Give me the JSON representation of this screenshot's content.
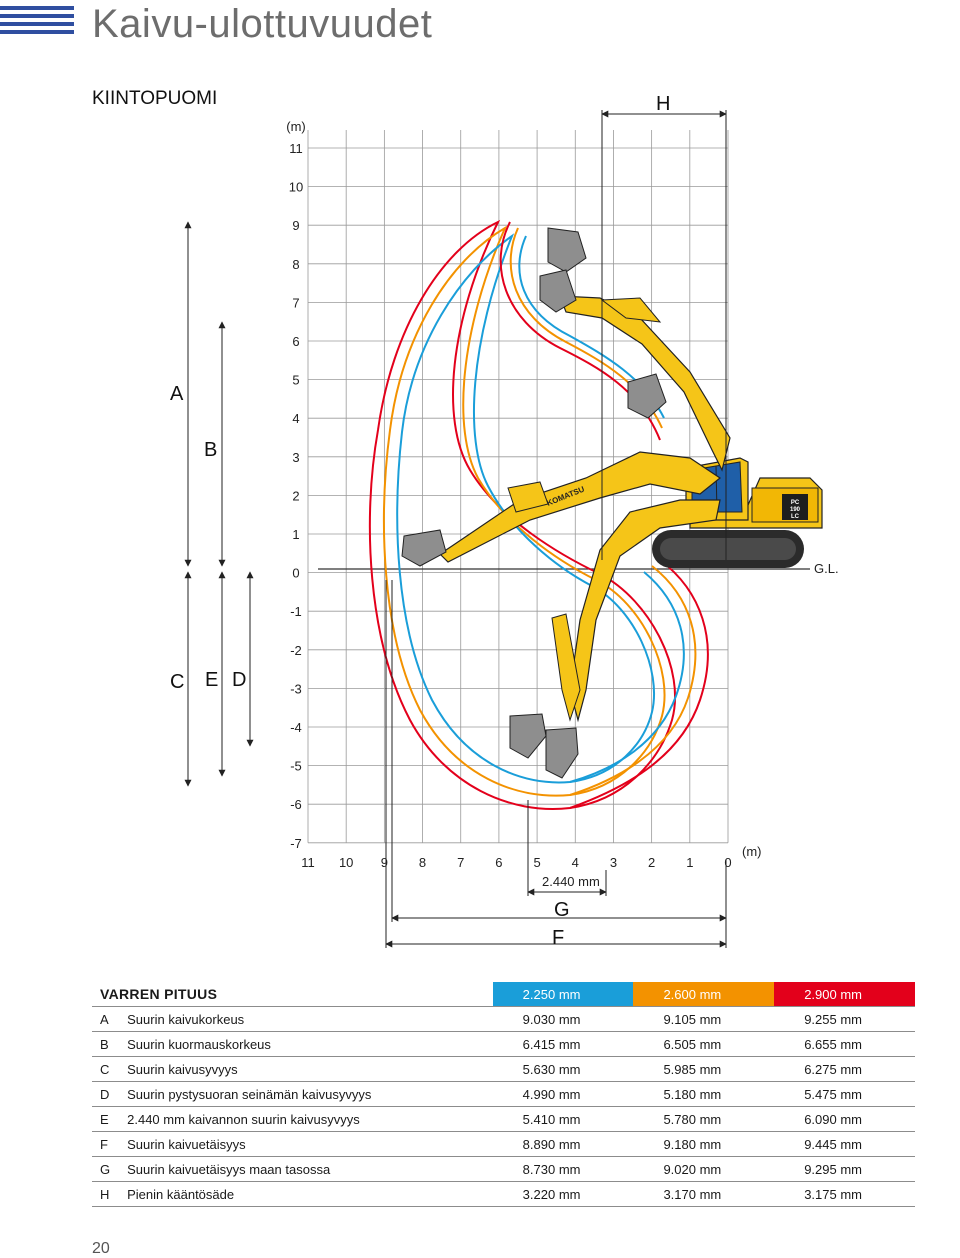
{
  "page": {
    "title": "Kaivu-ulottuvuudet",
    "section": "KIINTOPUOMI",
    "page_number": "20"
  },
  "diagram": {
    "y_unit": "(m)",
    "x_unit": "(m)",
    "y_ticks": [
      "11",
      "10",
      "9",
      "8",
      "7",
      "6",
      "5",
      "4",
      "3",
      "2",
      "1",
      "0",
      "-1",
      "-2",
      "-3",
      "-4",
      "-5",
      "-6",
      "-7"
    ],
    "x_ticks": [
      "11",
      "10",
      "9",
      "8",
      "7",
      "6",
      "5",
      "4",
      "3",
      "2",
      "1",
      "0"
    ],
    "dimension_labels": {
      "A": "A",
      "B": "B",
      "C": "C",
      "D": "D",
      "E": "E",
      "F": "F",
      "G": "G",
      "H": "H"
    },
    "ground_level": "G.L.",
    "g_offset": "2.440 mm",
    "machine_brand": "KOMATSU",
    "machine_model": "PC",
    "machine_model_num": "190",
    "machine_model_suffix": "LC",
    "curve_colors": {
      "arm_2250": "#1a9ed9",
      "arm_2600": "#f39200",
      "arm_2900": "#e3001b"
    }
  },
  "table": {
    "header_label": "VARREN PITUUS",
    "columns": [
      "2.250 mm",
      "2.600 mm",
      "2.900 mm"
    ],
    "rows": [
      {
        "letter": "A",
        "desc": "Suurin kaivukorkeus",
        "v1": "9.030 mm",
        "v2": "9.105 mm",
        "v3": "9.255 mm"
      },
      {
        "letter": "B",
        "desc": "Suurin kuormauskorkeus",
        "v1": "6.415 mm",
        "v2": "6.505 mm",
        "v3": "6.655 mm"
      },
      {
        "letter": "C",
        "desc": "Suurin kaivusyvyys",
        "v1": "5.630 mm",
        "v2": "5.985 mm",
        "v3": "6.275 mm"
      },
      {
        "letter": "D",
        "desc": "Suurin pystysuoran seinämän kaivusyvyys",
        "v1": "4.990 mm",
        "v2": "5.180 mm",
        "v3": "5.475 mm"
      },
      {
        "letter": "E",
        "desc": "2.440 mm kaivannon suurin kaivusyvyys",
        "v1": "5.410 mm",
        "v2": "5.780 mm",
        "v3": "6.090 mm"
      },
      {
        "letter": "F",
        "desc": "Suurin kaivuetäisyys",
        "v1": "8.890 mm",
        "v2": "9.180 mm",
        "v3": "9.445 mm"
      },
      {
        "letter": "G",
        "desc": "Suurin kaivuetäisyys maan tasossa",
        "v1": "8.730 mm",
        "v2": "9.020 mm",
        "v3": "9.295 mm"
      },
      {
        "letter": "H",
        "desc": "Pienin kääntösäde",
        "v1": "3.220 mm",
        "v2": "3.170 mm",
        "v3": "3.175 mm"
      }
    ]
  }
}
